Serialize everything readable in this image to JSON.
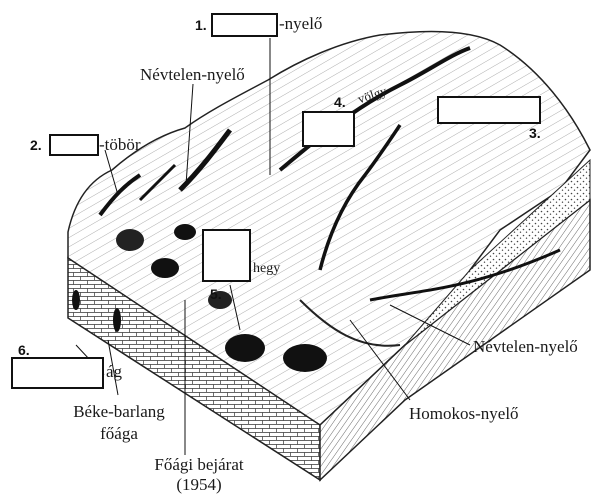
{
  "numbers": {
    "n1": "1.",
    "n2": "2.",
    "n3": "3.",
    "n4": "4.",
    "n5": "5.",
    "n6": "6."
  },
  "labels": {
    "nyelo_suffix": "-nyelő",
    "nevtelen_nyelo_top": "Névtelen-nyelő",
    "tobor_suffix": "-töbör",
    "volgy_fragment": "völgy",
    "hegy_fragment": "hegy",
    "ag_suffix": "ág",
    "nevtelen_nyelo_right": "Névtelen-nyelő",
    "homokos_nyelo": "Homokos-nyelő",
    "beke_line1": "Béke-barlang",
    "beke_line2": "főága",
    "fobejarat_line1": "Főági bejárat",
    "fobejarat_line2": "(1954)"
  },
  "colors": {
    "ink": "#1a1a1a",
    "paper": "#ffffff"
  }
}
